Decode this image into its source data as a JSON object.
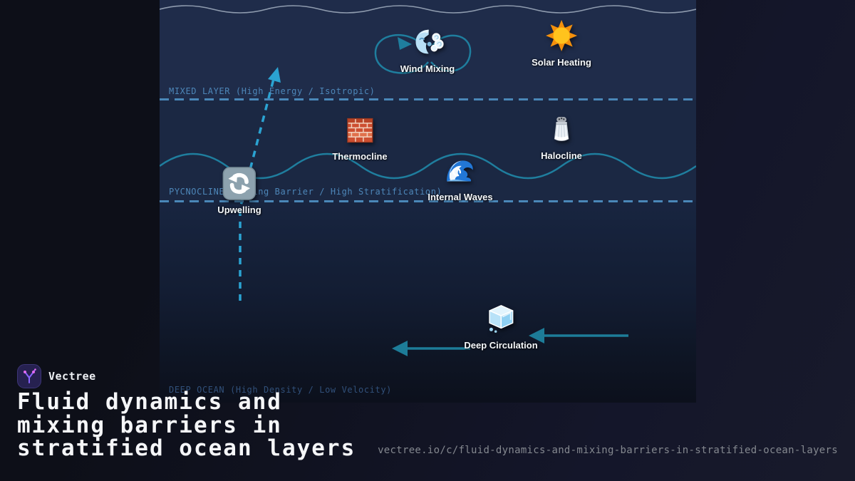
{
  "brand": {
    "name": "Vectree",
    "logo_icon": "vectree-logo"
  },
  "title": {
    "text": "Fluid dynamics and\nmixing barriers in\nstratified ocean layers"
  },
  "footer": {
    "url": "vectree.io/c/fluid-dynamics-and-mixing-barriers-in-stratified-ocean-layers"
  },
  "colors": {
    "page_bg": "#0d0f18",
    "layer_bg": "#1f2c4a",
    "boundary_dash": "#4a87b8",
    "layer_label": "#4d86b8",
    "deep_label": "#31507a",
    "accent_teal": "#1f7e9e",
    "upwelling_arrow": "#2ba3d2",
    "deep_arrow": "#1d7c98",
    "surface_wave": "#b6c2d2",
    "logo_purple": "#8a63ff",
    "logo_pink": "#e26bf0"
  },
  "diagram": {
    "layers": [
      {
        "id": "mixed-layer",
        "label": "MIXED LAYER (High Energy / Isotropic)"
      },
      {
        "id": "pycnocline",
        "label": "PYCNOCLINE (Mixing Barrier / High Stratification)"
      },
      {
        "id": "deep-ocean",
        "label": "DEEP OCEAN (High Density / Low Velocity)"
      }
    ],
    "nodes": [
      {
        "id": "wind-mixing",
        "label": "Wind Mixing",
        "icon": "wind-face-icon"
      },
      {
        "id": "solar-heating",
        "label": "Solar Heating",
        "icon": "sun-icon"
      },
      {
        "id": "thermocline",
        "label": "Thermocline",
        "icon": "brick-wall-icon"
      },
      {
        "id": "halocline",
        "label": "Halocline",
        "icon": "salt-shaker-icon"
      },
      {
        "id": "internal-waves",
        "label": "Internal Waves",
        "icon": "ocean-wave-icon"
      },
      {
        "id": "upwelling",
        "label": "Upwelling",
        "icon": "recycle-arrows-icon"
      },
      {
        "id": "deep-circulation",
        "label": "Deep Circulation",
        "icon": "ice-cube-icon"
      }
    ],
    "arrows": [
      {
        "id": "upwelling-arrow",
        "style": "dashed",
        "direction": "up"
      },
      {
        "id": "deep-circulation-arrow-right",
        "style": "solid",
        "direction": "left"
      },
      {
        "id": "deep-circulation-arrow-left",
        "style": "solid",
        "direction": "left"
      }
    ]
  }
}
